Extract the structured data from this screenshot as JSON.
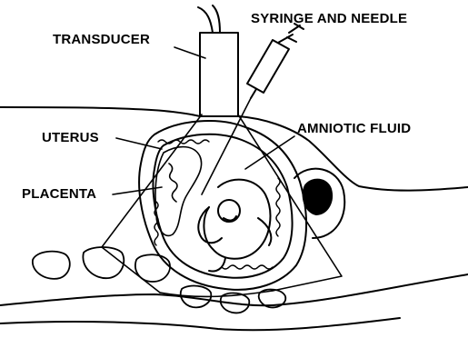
{
  "labels": {
    "transducer": "TRANSDUCER",
    "syringe": "SYRINGE AND NEEDLE",
    "uterus": "UTERUS",
    "amniotic": "AMNIOTIC FLUID",
    "placenta": "PLACENTA"
  },
  "colors": {
    "ink": "#000000",
    "paper": "#ffffff"
  }
}
